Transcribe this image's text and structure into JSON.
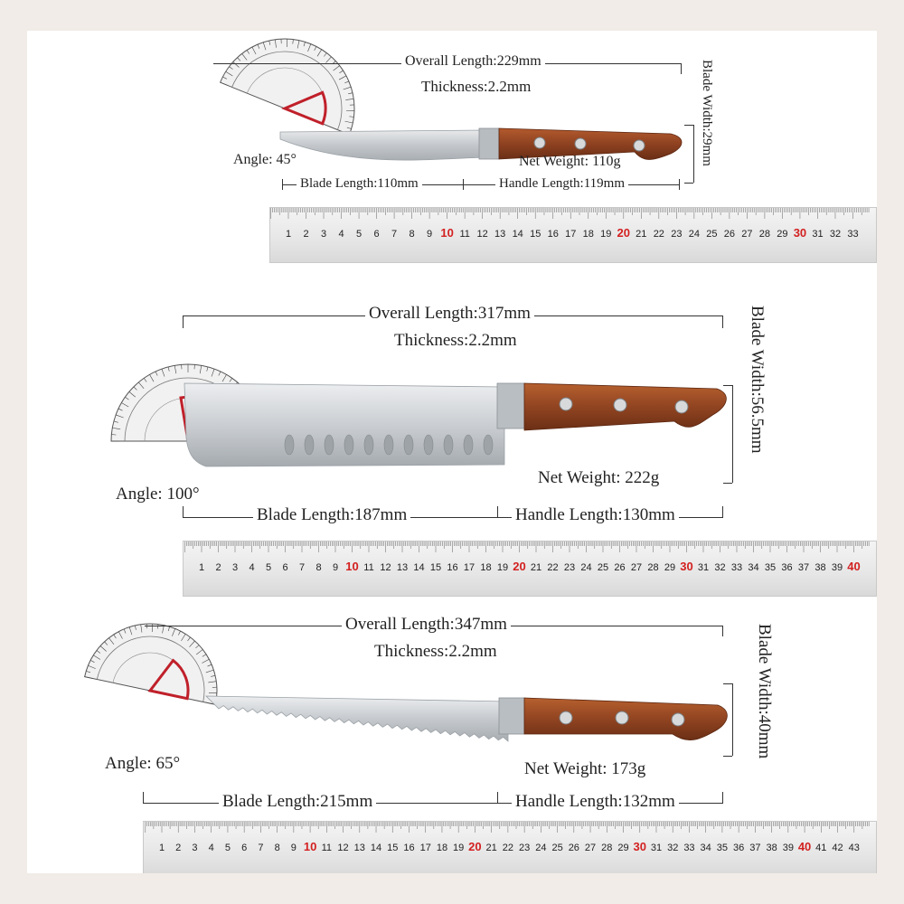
{
  "knives": [
    {
      "overall_length": "Overall Length:229mm",
      "thickness": "Thickness:2.2mm",
      "blade_width": "Blade Width:29mm",
      "angle": "Angle: 45°",
      "net_weight": "Net Weight: 110g",
      "blade_length": "Blade Length:110mm",
      "handle_length": "Handle Length:119mm",
      "ruler_max": 33
    },
    {
      "overall_length": "Overall Length:317mm",
      "thickness": "Thickness:2.2mm",
      "blade_width": "Blade Width:56.5mm",
      "angle": "Angle: 100°",
      "net_weight": "Net Weight: 222g",
      "blade_length": "Blade Length:187mm",
      "handle_length": "Handle Length:130mm",
      "ruler_max": 40
    },
    {
      "overall_length": "Overall Length:347mm",
      "thickness": "Thickness:2.2mm",
      "blade_width": "Blade Width:40mm",
      "angle": "Angle: 65°",
      "net_weight": "Net Weight: 173g",
      "blade_length": "Blade Length:215mm",
      "handle_length": "Handle Length:132mm",
      "ruler_max": 43
    }
  ],
  "colors": {
    "background": "#f1ece7",
    "handle_wood": "#9a4a26",
    "blade_steel": "#cfd3d6",
    "ruler_red": "#d32020",
    "protractor_red": "#c0202a"
  }
}
